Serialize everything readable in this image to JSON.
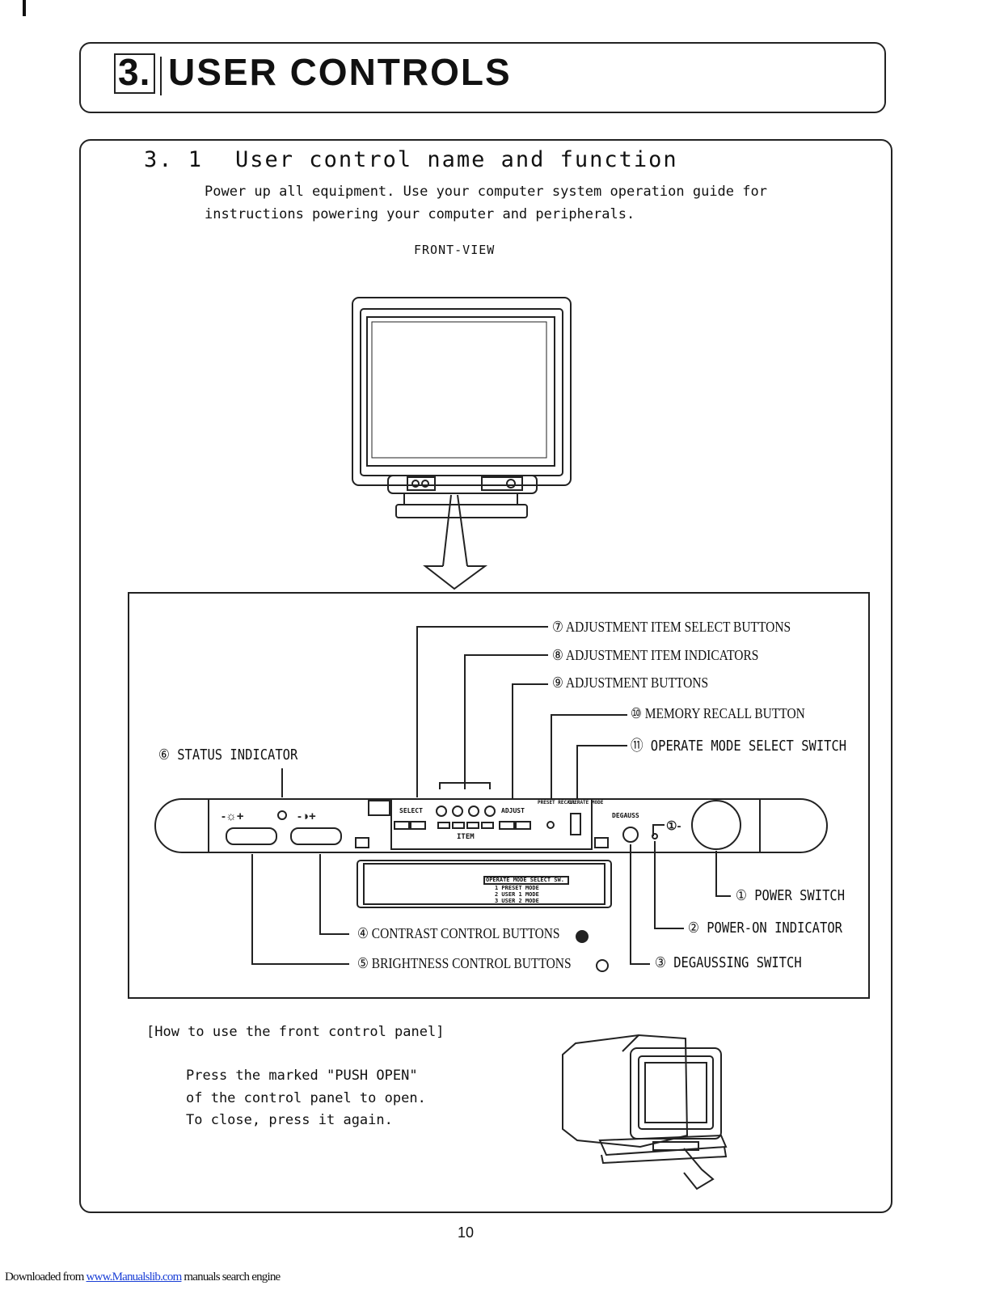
{
  "header": {
    "section_number": "3.",
    "title": "USER CONTROLS"
  },
  "subsection": {
    "number": "3. 1",
    "title": "User control name and function"
  },
  "intro": {
    "line1": "Power up all equipment. Use your computer system operation guide for",
    "line2": "instructions powering your computer and peripherals."
  },
  "figure": {
    "front_view_label": "FRONT-VIEW",
    "callouts": {
      "c7": "⑦ ADJUSTMENT ITEM SELECT BUTTONS",
      "c8": "⑧ ADJUSTMENT ITEM INDICATORS",
      "c9": "⑨ ADJUSTMENT BUTTONS",
      "c10": "⑩ MEMORY RECALL BUTTON",
      "c11": "⑪ OPERATE MODE SELECT SWITCH",
      "c6": "⑥ STATUS INDICATOR",
      "c1": "① POWER SWITCH",
      "c2": "② POWER-ON INDICATOR",
      "c3": "③ DEGAUSSING SWITCH",
      "c4": "④ CONTRAST CONTROL BUTTONS",
      "c5": "⑤ BRIGHTNESS CONTROL BUTTONS"
    },
    "panel_labels": {
      "select": "SELECT",
      "adjust": "ADJUST",
      "preset_recall": "PRESET RECALL",
      "operate_mode": "OPERATE MODE",
      "item": "ITEM",
      "degauss": "DEGAUSS",
      "mode_select_title": "OPERATE MODE SELECT SW.",
      "mode1": "1 PRESET MODE",
      "mode2": "2 USER 1 MODE",
      "mode3": "3 USER 2 MODE"
    }
  },
  "howto": {
    "heading": "[How to use the front control panel]",
    "line1": "Press the marked \"PUSH OPEN\"",
    "line2": "of the control panel to open.",
    "line3": "To close, press it again."
  },
  "page_number": "10",
  "footer": {
    "prefix": "Downloaded from ",
    "link": "www.Manualslib.com",
    "suffix": " manuals search engine"
  }
}
